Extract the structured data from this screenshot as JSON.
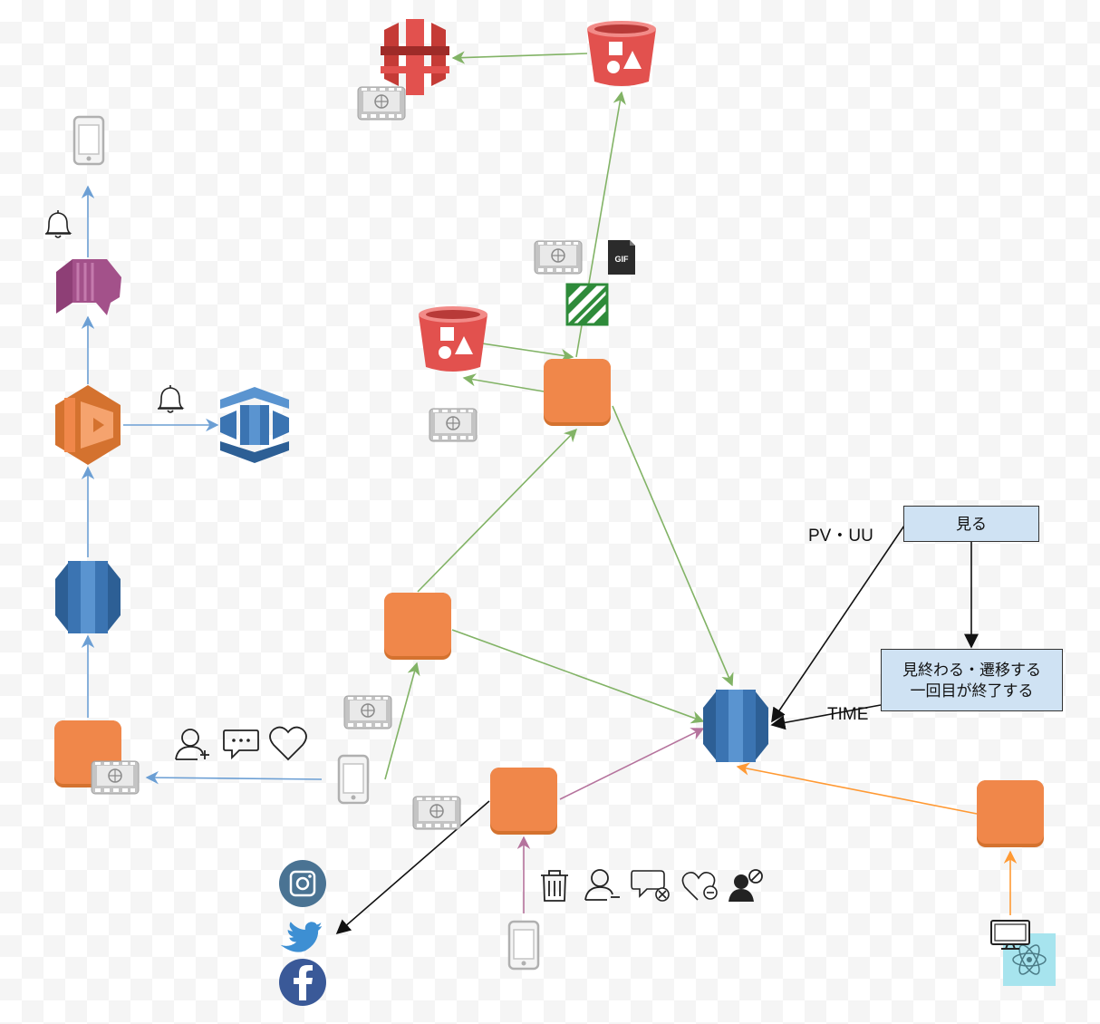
{
  "labels": {
    "pv_uu": "PV・UU",
    "time": "TIME",
    "watch": "見る",
    "finish_line1": "見終わる・遷移する",
    "finish_line2": "一回目が終了する",
    "gif": "GIF"
  },
  "colors": {
    "green": "#82b366",
    "blue": "#6c9fd4",
    "pink": "#b5739d",
    "orange": "#ff9933",
    "black": "#111111",
    "aws_orange": "#f0874a",
    "aws_red": "#e2514e",
    "aws_blue": "#3b74b2",
    "aws_purple": "#a3518a",
    "gray_icon": "#c8c8c8"
  },
  "icons": [
    "cloudfront-icon",
    "s3-bucket-icon",
    "video-icon",
    "mobile-phone-icon",
    "bell-icon",
    "sns-icon",
    "elastic-transcoder-icon",
    "lambda-icon",
    "dynamodb-icon",
    "ec2-instance-icon",
    "gif-file-icon",
    "ffmpeg-icon",
    "add-user-icon",
    "comment-icon",
    "heart-icon",
    "trash-icon",
    "remove-user-icon",
    "remove-comment-icon",
    "remove-heart-icon",
    "block-user-icon",
    "instagram-icon",
    "twitter-icon",
    "facebook-icon",
    "desktop-icon",
    "electron-icon"
  ]
}
